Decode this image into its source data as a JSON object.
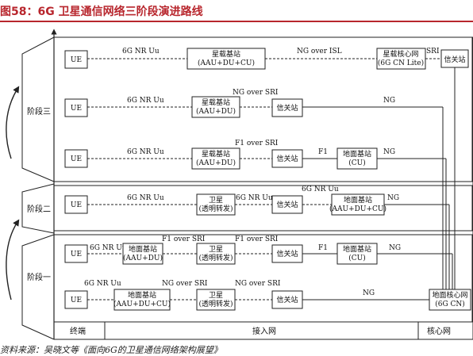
{
  "title": "图58：6G 卫星通信网络三阶段演进路线",
  "source": "资料来源：吴晓文等《面向6G的卫星通信网络架构展望》",
  "stages": {
    "s3": "阶段三",
    "s2": "阶段二",
    "s1": "阶段一"
  },
  "bottom": {
    "terminal": "终端",
    "access": "接入网",
    "core": "核心网"
  },
  "nodes": {
    "ue": "UE",
    "sat_bs_full_1": "星载基站",
    "sat_bs_full_2": "(AAU+DU+CU)",
    "sat_core_1": "星载核心网",
    "sat_core_2": "(6G CN Lite)",
    "gateway": "信关站",
    "sat_bs_du_1": "星载基站",
    "sat_bs_du_2": "(AAU+DU)",
    "ground_cu_1": "地面基站",
    "ground_cu_2": "(CU)",
    "satellite_1": "卫星",
    "satellite_2": "(透明转发)",
    "ground_full_1": "地面基站",
    "ground_full_2": "(AAU+DU+CU)",
    "ground_du_1": "地面基站",
    "ground_du_2": "(AAU+DU)",
    "ground_core_1": "地面核心网",
    "ground_core_2": "(6G CN)"
  },
  "links": {
    "nr_uu": "6G NR Uu",
    "ng_over_isl": "NG over ISL",
    "sri": "SRI",
    "ng_over_sri": "NG over SRI",
    "ng": "NG",
    "f1_over_sri": "F1 over SRI",
    "f1": "F1"
  }
}
